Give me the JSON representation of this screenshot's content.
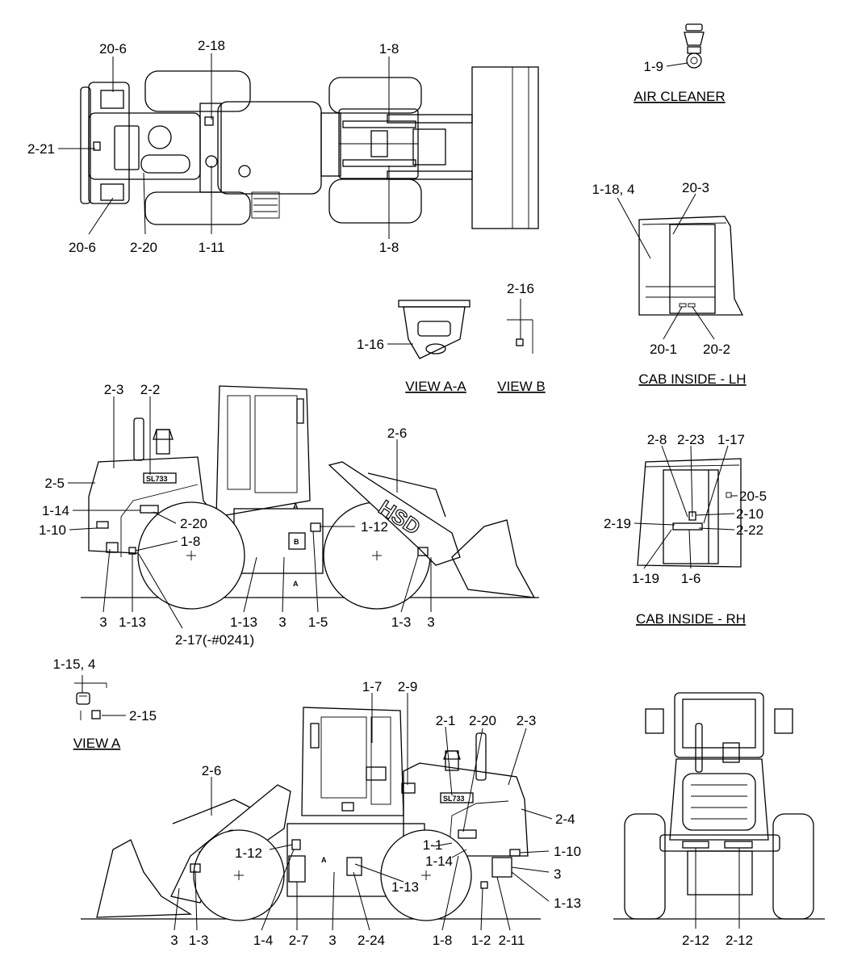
{
  "captions": {
    "air_cleaner": "AIR CLEANER",
    "view_aa": "VIEW A-A",
    "view_b": "VIEW B",
    "cab_inside_lh": "CAB INSIDE - LH",
    "cab_inside_rh": "CAB INSIDE - RH",
    "view_a": "VIEW A"
  },
  "decals": {
    "brand": "HSD",
    "model": "SL733",
    "view_letter_a": "A",
    "view_letter_b": "B"
  },
  "labels": {
    "top": [
      "20-6",
      "2-18",
      "1-8",
      "2-21",
      "20-6",
      "2-20",
      "1-11",
      "1-8"
    ],
    "air_cleaner": [
      "1-9"
    ],
    "cab_lh": [
      "1-18, 4",
      "20-3",
      "20-1",
      "20-2"
    ],
    "view_aa": [
      "1-16"
    ],
    "view_b": [
      "2-16"
    ],
    "left_side": [
      "2-3",
      "2-2",
      "2-6",
      "2-5",
      "1-14",
      "2-20",
      "1-10",
      "1-8",
      "1-12",
      "3",
      "1-13",
      "1-13",
      "3",
      "1-5",
      "1-3",
      "3",
      "2-17(-#0241)"
    ],
    "cab_rh": [
      "2-8",
      "2-23",
      "1-17",
      "20-5",
      "2-10",
      "2-19",
      "2-22",
      "1-19",
      "1-6"
    ],
    "view_a": [
      "1-15, 4",
      "2-15"
    ],
    "right_side": [
      "1-7",
      "2-9",
      "2-1",
      "2-20",
      "2-3",
      "2-6",
      "2-4",
      "1-12",
      "1-1",
      "1-10",
      "1-14",
      "3",
      "1-13",
      "1-13",
      "3",
      "1-3",
      "1-4",
      "2-7",
      "3",
      "2-24",
      "1-8",
      "1-2",
      "2-11"
    ],
    "rear": [
      "2-12",
      "2-12"
    ]
  }
}
